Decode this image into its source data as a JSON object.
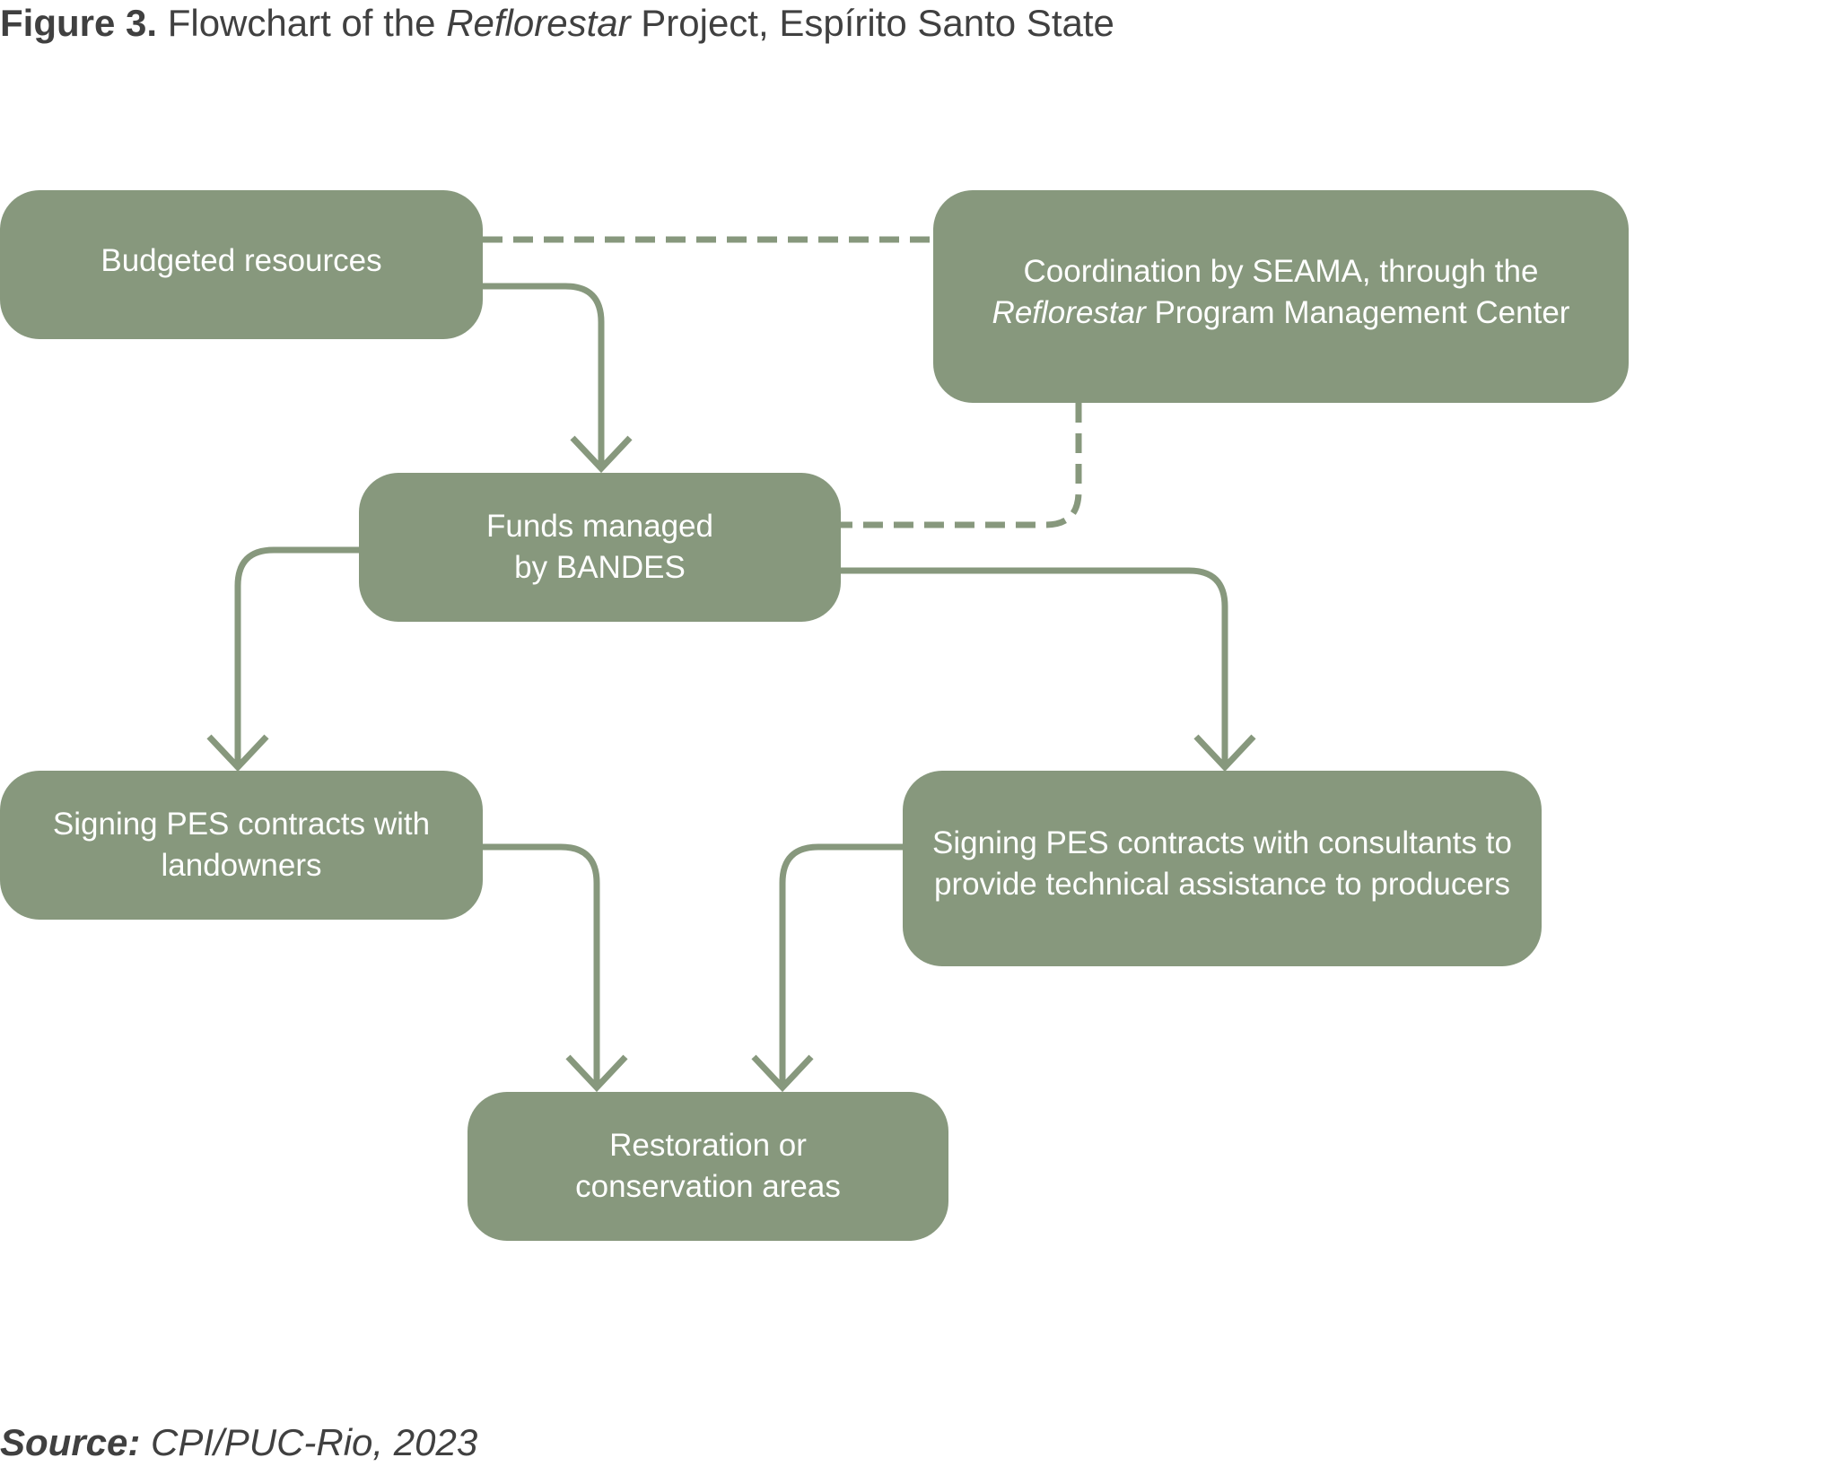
{
  "title": {
    "label": "Figure 3.",
    "text_before": " Flowchart of the ",
    "text_italic": "Reflorestar",
    "text_after": " Project, Espírito Santo State"
  },
  "nodes": {
    "budget": "Budgeted resources",
    "coord_line1": "Coordination by SEAMA, through the",
    "coord_line2_italic": "Reflorestar",
    "coord_line2_rest": " Program Management Center",
    "funds_line1": "Funds managed",
    "funds_line2": "by BANDES",
    "landowners_line1": "Signing PES contracts with",
    "landowners_line2": "landowners",
    "consultants_line1": "Signing PES contracts with consultants to",
    "consultants_line2": "provide technical assistance to producers",
    "restoration_line1": "Restoration or",
    "restoration_line2": "conservation areas"
  },
  "source": {
    "label": "Source:",
    "text": " CPI/PUC-Rio, 2023"
  },
  "colors": {
    "node_fill": "#87987d",
    "connector": "#87987d",
    "node_text": "#ffffff"
  }
}
